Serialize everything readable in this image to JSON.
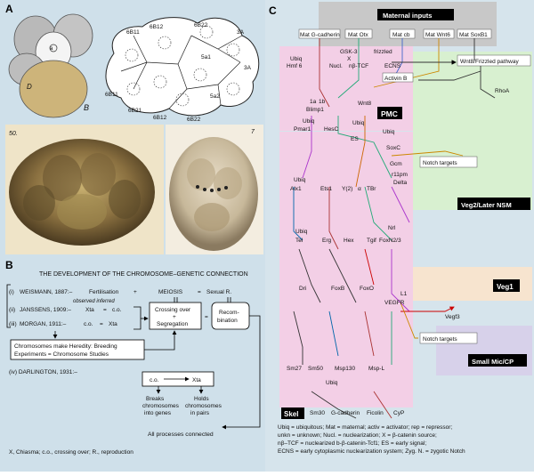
{
  "panels": {
    "a": "A",
    "b": "B",
    "c": "C"
  },
  "panel_a": {
    "embryo_labels": [
      "B",
      "D"
    ],
    "cell_map_labels": [
      "6B11",
      "6B12",
      "6B22",
      "3A",
      "5a1",
      "3A",
      "5a2",
      "6B11",
      "6B21",
      "6B12",
      "6B22"
    ],
    "plate_number": "50.",
    "plate_number_2": "7"
  },
  "panel_b": {
    "title": "THE DEVELOPMENT OF THE CHROMOSOME–GENETIC CONNECTION",
    "rows": [
      {
        "num": "(i)",
        "text": "WEISMANN, 1887:–",
        "col1": "Fertilisation",
        "op": "+",
        "col2": "MEIOSIS",
        "eq": "=",
        "col3": "Sexual R."
      },
      {
        "num": "(ii)",
        "text": "JANSSENS, 1909:–",
        "col1": "Xta",
        "eq": "=",
        "col3": "c.o."
      },
      {
        "num": "(iii)",
        "text": "MORGAN, 1911:–",
        "col1": "c.o.",
        "eq": "=",
        "col3": "Xta"
      }
    ],
    "observed_inferred": "observed inferred",
    "crossing_over": "Crossing over",
    "plus": "+",
    "segregation": "Segregation",
    "recombination_1": "Recom-",
    "recombination_2": "bination",
    "heredity_1": "Chromosomes make Heredity:  Breeding",
    "heredity_2": "Experiments = Chromosome Studies",
    "darlington": "(iv) DARLINGTON, 1931:–",
    "co": "c.o.",
    "xta": "Xta",
    "breaks": [
      "Breaks",
      "chromosomes",
      "into genes"
    ],
    "holds": [
      "Holds",
      "chromosomes",
      "in pairs"
    ],
    "all_connected": "All processes connected",
    "footnote": "X, Chiasma;    c.o., crossing over;    R., reproduction"
  },
  "panel_c": {
    "maternal_inputs": "Maternal inputs",
    "mat_genes": [
      "Mat G-cadherin",
      "Mat Otx",
      "Mat cb",
      "Mat Wnt6",
      "Mat SoxB1"
    ],
    "wnt_pathway": "Wnt8/Frizzled pathway",
    "regions": [
      "PMC",
      "Veg2/Later NSM",
      "Veg1",
      "Small Mic/CP",
      "Skel"
    ],
    "notch_targets": "Notch targets",
    "genes": [
      "Ubiq",
      "Hmf 6",
      "GSK-3",
      "frizzled",
      "X",
      "Nucl.",
      "nβ-TCF",
      "ECNS",
      "Activin B",
      "RhoA",
      "1a",
      "1b",
      "Blimp1",
      "Wnt8",
      "Ubiq",
      "Pmar1",
      "HesC",
      "Ubiq",
      "ES",
      "Ubiq",
      "SoxC",
      "Gcm",
      "r11pm",
      "Delta",
      "Ubiq",
      "Alx1",
      "Ets1",
      "Y(2)",
      "α",
      "TBr",
      "Ubiq",
      "Tel",
      "Erg",
      "Hex",
      "Tgif",
      "Nrl",
      "FoxN2/3",
      "Dri",
      "FoxB",
      "FoxO",
      "VEGFR",
      "L1",
      "Vegf3",
      "Sm27",
      "Sm50",
      "Msp130",
      "Msp-L",
      "Ubiq",
      "Sm30",
      "G-cadherin",
      "Ficolin",
      "CyP"
    ],
    "legend": [
      "Ubiq = ubiquitous; Mat = maternal; activ = activator; rep = repressor;",
      "unkn = unknown; Nucl. = nuclearization; X = β-catenin source;",
      "nβ–TCF = nuclearized b-β-catenin-Tcf1; ES = early signal;",
      "ECNS = early cytoplasmic nuclearization system; Zyg. N. = zygotic Notch"
    ]
  }
}
